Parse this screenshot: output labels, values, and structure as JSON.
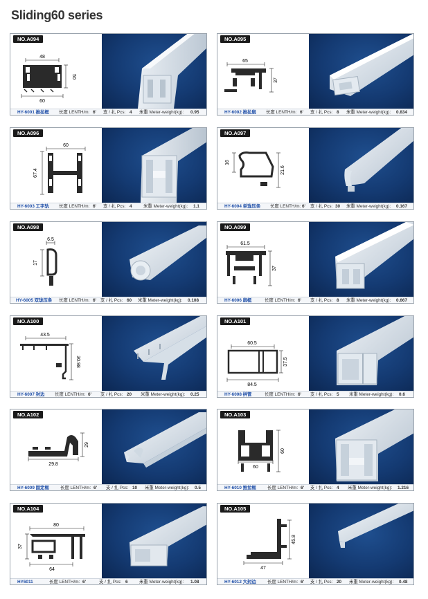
{
  "page": {
    "title": "Sliding60 series"
  },
  "labels": {
    "length": "长度 LENTH/m:",
    "pcs": "支 / 扎 Pcs:",
    "weight": "米重 Meter-weight(kg):"
  },
  "products": [
    {
      "code": "NO.A094",
      "model": "HY-6001 推拉框",
      "length": "6'",
      "pcs": "4",
      "weight": "0.95",
      "dims": [
        "48",
        "50",
        "60"
      ]
    },
    {
      "code": "NO.A095",
      "model": "HY-6002 推拉扇",
      "length": "6'",
      "pcs": "8",
      "weight": "0.834",
      "dims": [
        "65",
        "37"
      ]
    },
    {
      "code": "NO.A096",
      "model": "HY-6003 工字轨",
      "length": "6'",
      "pcs": "4",
      "weight": "1.1",
      "dims": [
        "60",
        "67.4"
      ]
    },
    {
      "code": "NO.A097",
      "model": "HY-6004 单珑压条",
      "length": "6'",
      "pcs": "30",
      "weight": "0.167",
      "dims": [
        "16",
        "21.6"
      ]
    },
    {
      "code": "NO.A098",
      "model": "HY-6005 双珑压条",
      "length": "6'",
      "pcs": "60",
      "weight": "0.108",
      "dims": [
        "6.5",
        "17"
      ]
    },
    {
      "code": "NO.A099",
      "model": "HY-6006 扇梃",
      "length": "6'",
      "pcs": "8",
      "weight": "0.667",
      "dims": [
        "61.5",
        "37"
      ]
    },
    {
      "code": "NO.A100",
      "model": "HY-6007 封边",
      "length": "6'",
      "pcs": "20",
      "weight": "0.25",
      "dims": [
        "43.5",
        "30.98"
      ]
    },
    {
      "code": "NO.A101",
      "model": "HY-6008 拼管",
      "length": "6'",
      "pcs": "5",
      "weight": "0.6",
      "dims": [
        "60.5",
        "37.5",
        "84.5"
      ]
    },
    {
      "code": "NO.A102",
      "model": "HY-6009 固定框",
      "length": "6'",
      "pcs": "10",
      "weight": "0.5",
      "dims": [
        "29",
        "29.8"
      ]
    },
    {
      "code": "NO.A103",
      "model": "HY-6010 推拉框",
      "length": "6'",
      "pcs": "4",
      "weight": "1.216",
      "dims": [
        "60",
        "60"
      ]
    },
    {
      "code": "NO.A104",
      "model": "HY6011",
      "length": "6'",
      "pcs": "6",
      "weight": "1.08",
      "dims": [
        "80",
        "37",
        "64"
      ]
    },
    {
      "code": "NO.A105",
      "model": "HY-6012 大封边",
      "length": "6'",
      "pcs": "20",
      "weight": "0.48",
      "dims": [
        "45.8",
        "47"
      ]
    }
  ]
}
